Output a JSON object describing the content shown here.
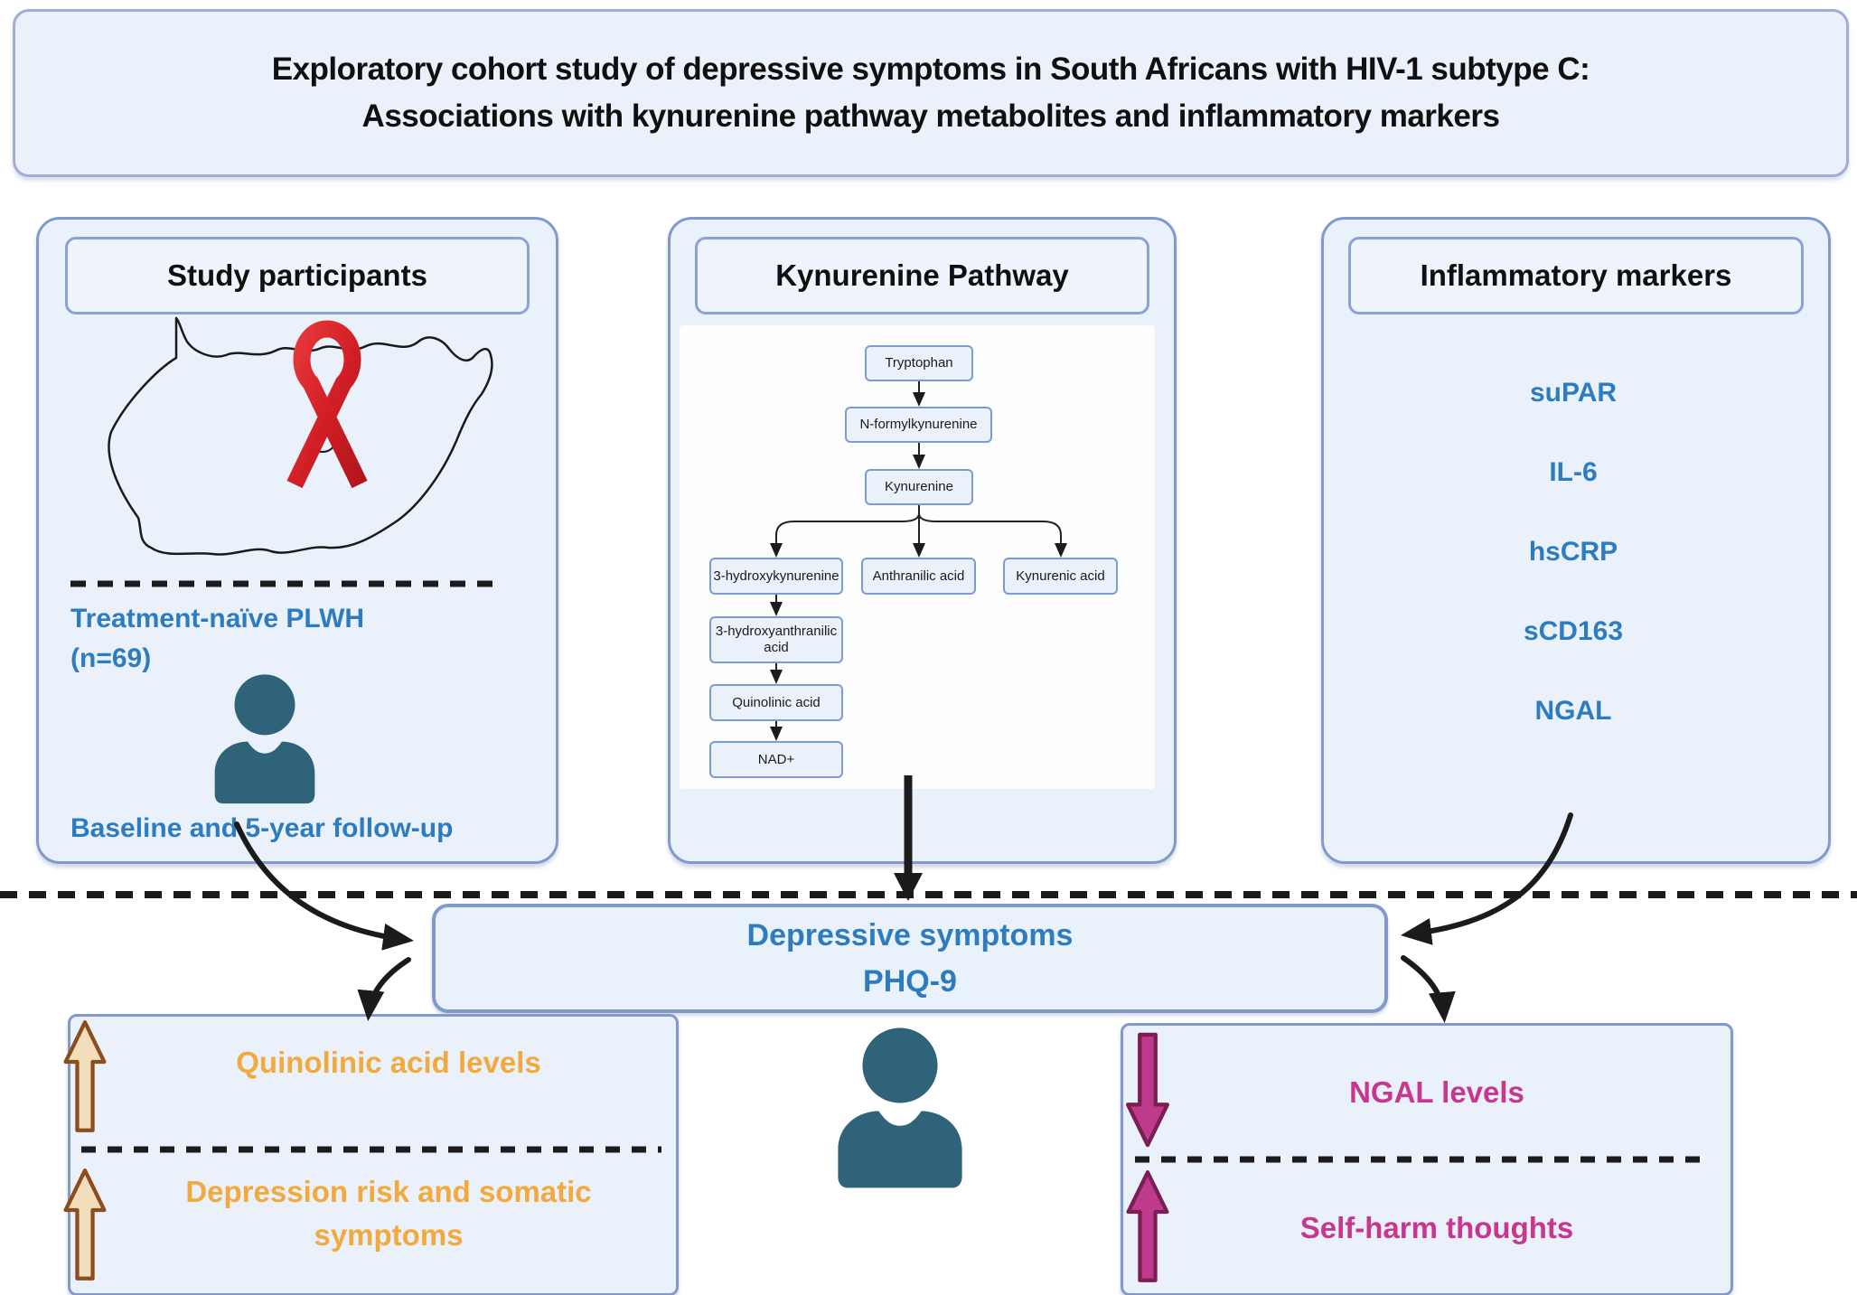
{
  "title": {
    "line1": "Exploratory cohort study of depressive symptoms in South Africans with HIV-1 subtype C:",
    "line2": "Associations with kynurenine pathway metabolites and inflammatory markers"
  },
  "panels": {
    "participants": {
      "title": "Study participants",
      "note1": "Treatment-naïve PLWH",
      "note2": "(n=69)",
      "note3": "Baseline and 5-year follow-up"
    },
    "pathway": {
      "title": "Kynurenine Pathway",
      "nodes": [
        "Tryptophan",
        "N-formylkynurenine",
        "Kynurenine",
        "3-hydroxykynurenine",
        "Anthranilic acid",
        "Kynurenic acid",
        "3-hydroxyanthranilic acid",
        "Quinolinic acid",
        "NAD+"
      ]
    },
    "markers": {
      "title": "Inflammatory markers",
      "items": [
        "suPAR",
        "IL-6",
        "hsCRP",
        "sCD163",
        "NGAL"
      ]
    }
  },
  "outcome": {
    "line1": "Depressive symptoms",
    "line2": "PHQ-9"
  },
  "findings": {
    "left": {
      "finding1": "Quinolinic acid levels",
      "finding2": "Depression risk and somatic symptoms",
      "direction1": "up",
      "direction2": "up"
    },
    "right": {
      "finding1": "NGAL levels",
      "finding2": "Self-harm thoughts",
      "direction1": "down",
      "direction2": "up"
    }
  },
  "icons": {
    "map": "south-africa-map-outline",
    "ribbon": "aids-awareness-ribbon",
    "person": "person-silhouette",
    "up_arrow": "arrow-up",
    "down_arrow": "arrow-down"
  },
  "colors": {
    "accent_blue": "#2e7cc0",
    "orange": "#f2a93d",
    "magenta": "#c7368f",
    "teal_person": "#2f6379",
    "ribbon_red": "#d31f26",
    "panel_fill": "#eaf1fb",
    "panel_border": "#8199cc",
    "tan_arrow_fill": "#f3debc",
    "tan_arrow_stroke": "#8c4d1e",
    "magenta_arrow_fill": "#be3a8c",
    "magenta_arrow_stroke": "#7c1e52",
    "connector_black": "#1b1b1b"
  }
}
